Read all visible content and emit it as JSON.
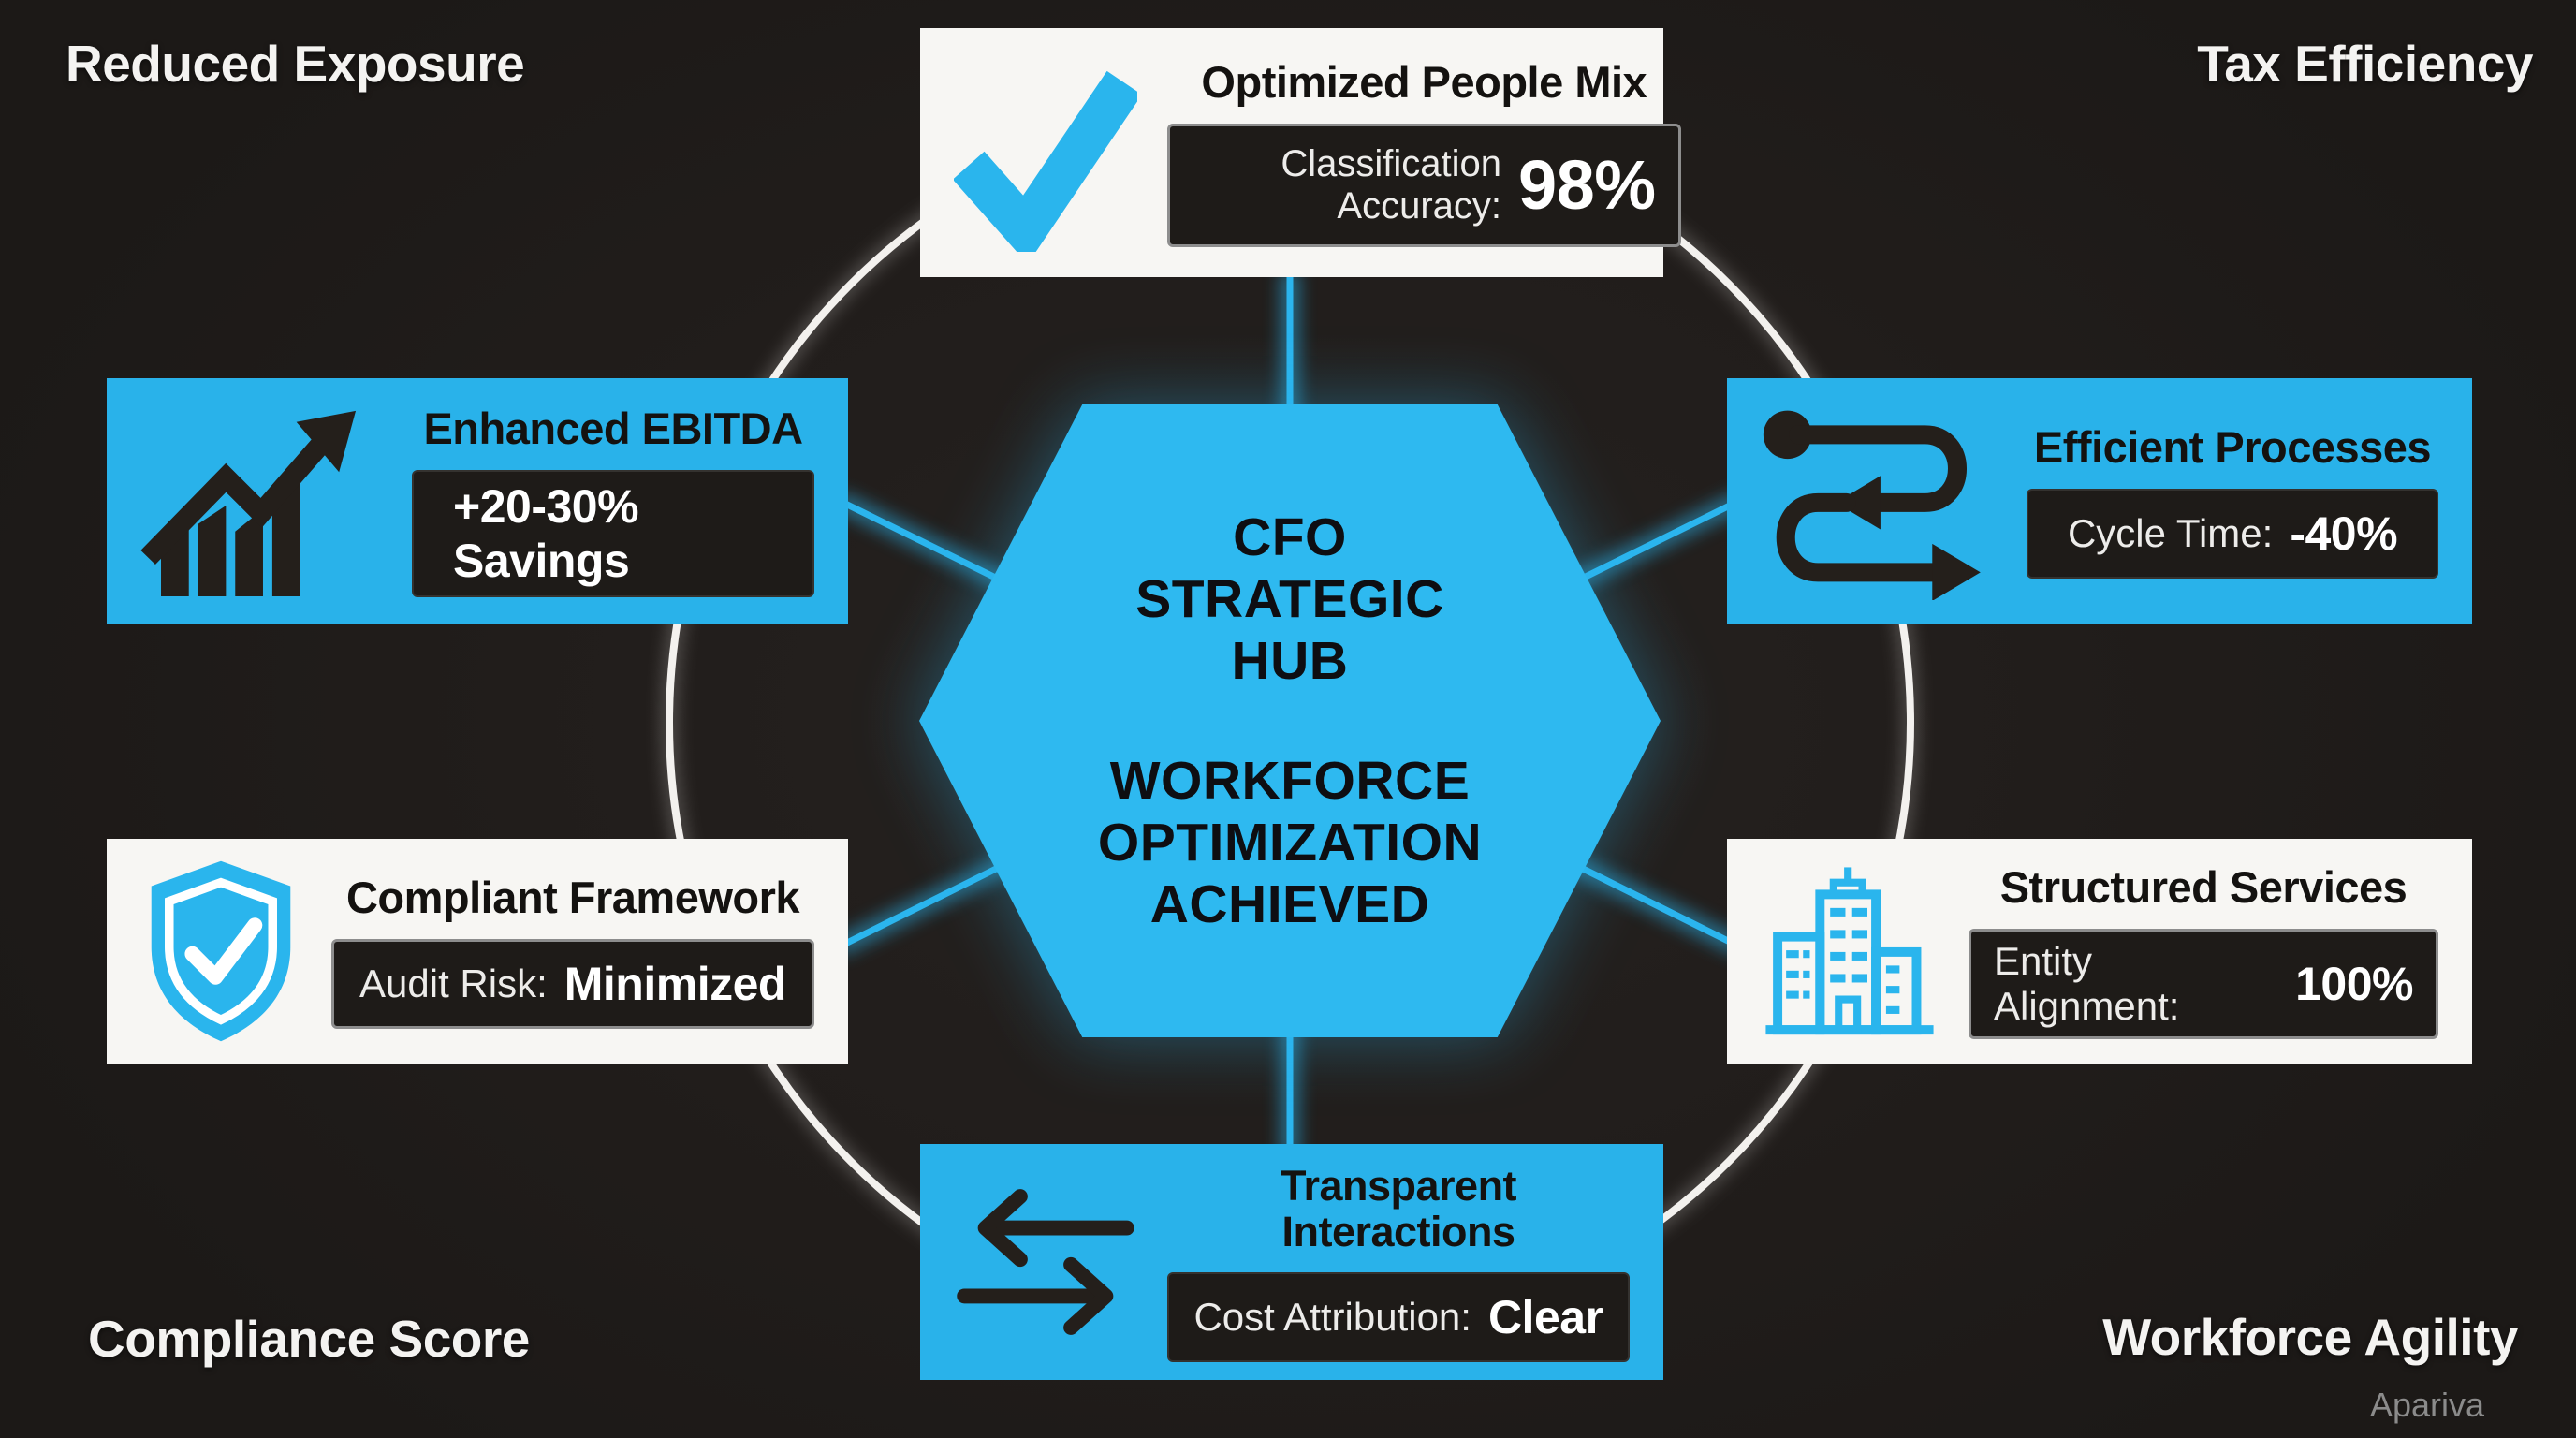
{
  "diagram": {
    "hub": {
      "title_lines": [
        "CFO",
        "STRATEGIC",
        "HUB"
      ],
      "subtitle_lines": [
        "WORKFORCE",
        "OPTIMIZATION",
        "ACHIEVED"
      ]
    },
    "nodes": [
      {
        "id": "optimized-people-mix",
        "icon": "check-icon",
        "title": "Optimized People Mix",
        "metric_label": "Classification Accuracy:",
        "metric_value": "98%"
      },
      {
        "id": "enhanced-ebitda",
        "icon": "bar-chart-growth-icon",
        "title": "Enhanced EBITDA",
        "metric_label": "",
        "metric_value": "+20-30% Savings"
      },
      {
        "id": "efficient-processes",
        "icon": "process-flow-icon",
        "title": "Efficient Processes",
        "metric_label": "Cycle Time:",
        "metric_value": "-40%"
      },
      {
        "id": "compliant-framework",
        "icon": "shield-check-icon",
        "title": "Compliant Framework",
        "metric_label": "Audit Risk:",
        "metric_value": "Minimized"
      },
      {
        "id": "structured-services",
        "icon": "buildings-icon",
        "title": "Structured Services",
        "metric_label": "Entity Alignment:",
        "metric_value": "100%"
      },
      {
        "id": "transparent-interactions",
        "icon": "transfer-arrows-icon",
        "title": "Transparent Interactions",
        "metric_label": "Cost Attribution:",
        "metric_value": "Clear"
      }
    ],
    "corner_labels": {
      "top_left": "Reduced Exposure",
      "top_right": "Tax Efficiency",
      "bottom_left": "Compliance Score",
      "bottom_right": "Workforce Agility"
    },
    "watermark": "Apariva",
    "colors": {
      "accent_cyan": "#2bb5ee",
      "background_dark": "#211e1b",
      "badge_dark": "#1e1b18",
      "panel_light": "#f7f6f3",
      "circle_white": "#f3f1ee",
      "icon_dark": "#241f1b"
    }
  }
}
